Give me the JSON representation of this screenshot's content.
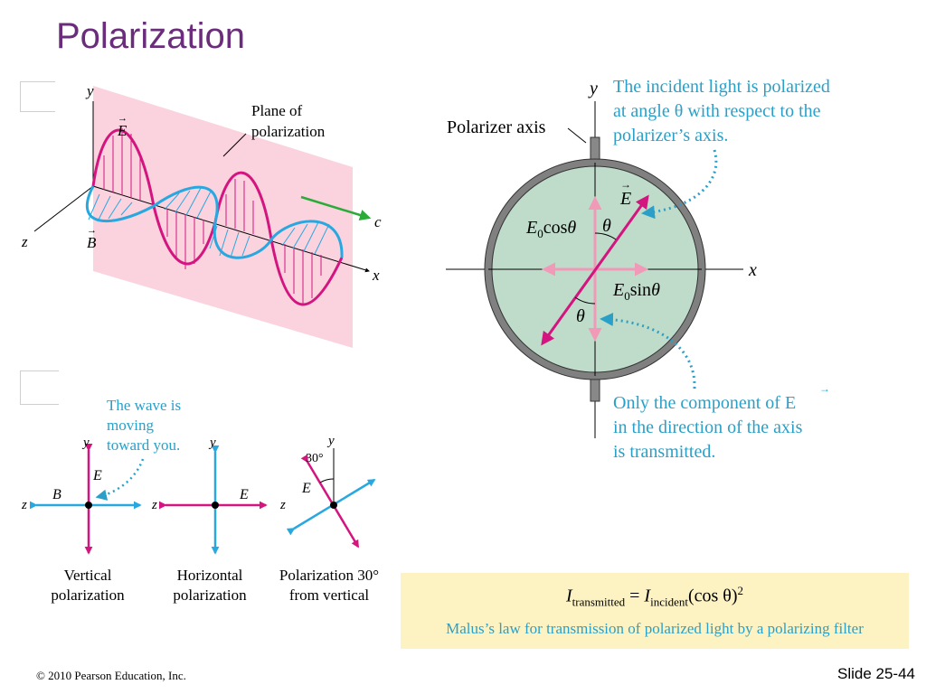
{
  "slide": {
    "title": "Polarization",
    "copyright": "© 2010 Pearson Education, Inc.",
    "slide_number": "Slide 25-44"
  },
  "wave_diagram": {
    "axis_y": "y",
    "axis_z": "z",
    "axis_x": "x",
    "e_label": "E",
    "b_label": "B",
    "c_label": "c",
    "plane_label_line1": "Plane of",
    "plane_label_line2": "polarization"
  },
  "polarizer_diagram": {
    "axis_label": "Polarizer axis",
    "axis_y": "y",
    "axis_x": "x",
    "e_label": "E",
    "theta": "θ",
    "e0": "E",
    "sub0": "0",
    "cos_text": "cos",
    "sin_text": "sin",
    "top_note": [
      "The incident light is polarized",
      "at angle θ with respect to the",
      "polarizer’s axis."
    ],
    "bottom_note": [
      "Only the component of E",
      "in the direction of the axis",
      "is transmitted."
    ]
  },
  "polarization_examples": {
    "note": [
      "The wave is",
      "moving",
      "toward you."
    ],
    "axis_y": "y",
    "axis_z": "z",
    "e_label": "E",
    "b_label": "B",
    "angle_label": "30°",
    "vertical": [
      "Vertical",
      "polarization"
    ],
    "horizontal": [
      "Horizontal",
      "polarization"
    ],
    "tilted": [
      "Polarization 30°",
      "from vertical"
    ]
  },
  "malus": {
    "i_symbol": "I",
    "sub_transmitted": "transmitted",
    "equals": " = ",
    "sub_incident": "incident",
    "cos_part": "(cos θ)",
    "exponent": "2",
    "caption": "Malus’s law for transmission of polarized light by a polarizing filter"
  },
  "colors": {
    "title": "#6b2d7b",
    "magenta": "#d4147f",
    "cyan": "#29a8e0",
    "pink_plane": "#fad3df",
    "green_disk": "#bfdccb",
    "callout_blue": "#2aa0c8",
    "formula_bg": "#fdf2c2"
  }
}
